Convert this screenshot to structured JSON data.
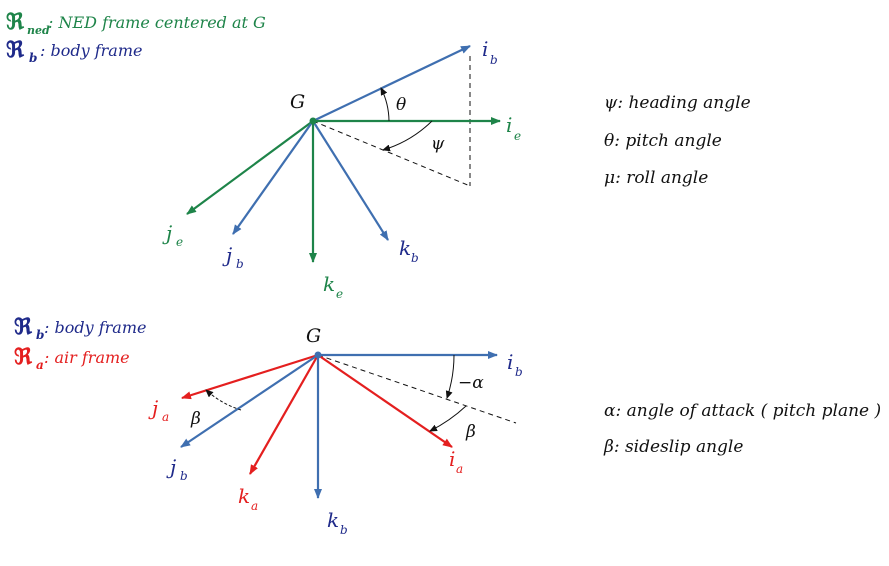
{
  "colors": {
    "green": "#1e8449",
    "blue": "#3f6fb0",
    "navy": "#1f2a8a",
    "red": "#e41f1f",
    "black": "#111111"
  },
  "legend_top": {
    "ned_symbol": "ℜ",
    "ned_sub": "ned",
    "ned_text": ": NED frame centered at G",
    "body_symbol": "ℜ",
    "body_sub": "b",
    "body_text": ": body frame"
  },
  "legend_bottom": {
    "body_symbol": "ℜ",
    "body_sub": "b",
    "body_text": ": body frame",
    "air_symbol": "ℜ",
    "air_sub": "a",
    "air_text": ": air frame"
  },
  "top_diagram": {
    "origin": "G",
    "ib": {
      "base": "i",
      "sub": "b"
    },
    "ie": {
      "base": "i",
      "sub": "e"
    },
    "je": {
      "base": "j",
      "sub": "e"
    },
    "jb": {
      "base": "j",
      "sub": "b"
    },
    "ke": {
      "base": "k",
      "sub": "e"
    },
    "kb": {
      "base": "k",
      "sub": "b"
    },
    "theta": "θ",
    "psi": "ψ"
  },
  "bottom_diagram": {
    "origin": "G",
    "ib": {
      "base": "i",
      "sub": "b"
    },
    "ia": {
      "base": "i",
      "sub": "a"
    },
    "ja": {
      "base": "j",
      "sub": "a"
    },
    "jb": {
      "base": "j",
      "sub": "b"
    },
    "ka": {
      "base": "k",
      "sub": "a"
    },
    "kb": {
      "base": "k",
      "sub": "b"
    },
    "minus_alpha": "−α",
    "beta_right": "β",
    "beta_left": "β"
  },
  "definitions_top": [
    {
      "sym": "ψ",
      "text": ": heading angle"
    },
    {
      "sym": "θ",
      "text": ": pitch angle"
    },
    {
      "sym": "μ",
      "text": ": roll angle"
    }
  ],
  "definitions_bottom": [
    {
      "sym": "α",
      "text": ": angle of attack ( pitch plane )"
    },
    {
      "sym": "β",
      "text": ": sideslip angle"
    }
  ]
}
